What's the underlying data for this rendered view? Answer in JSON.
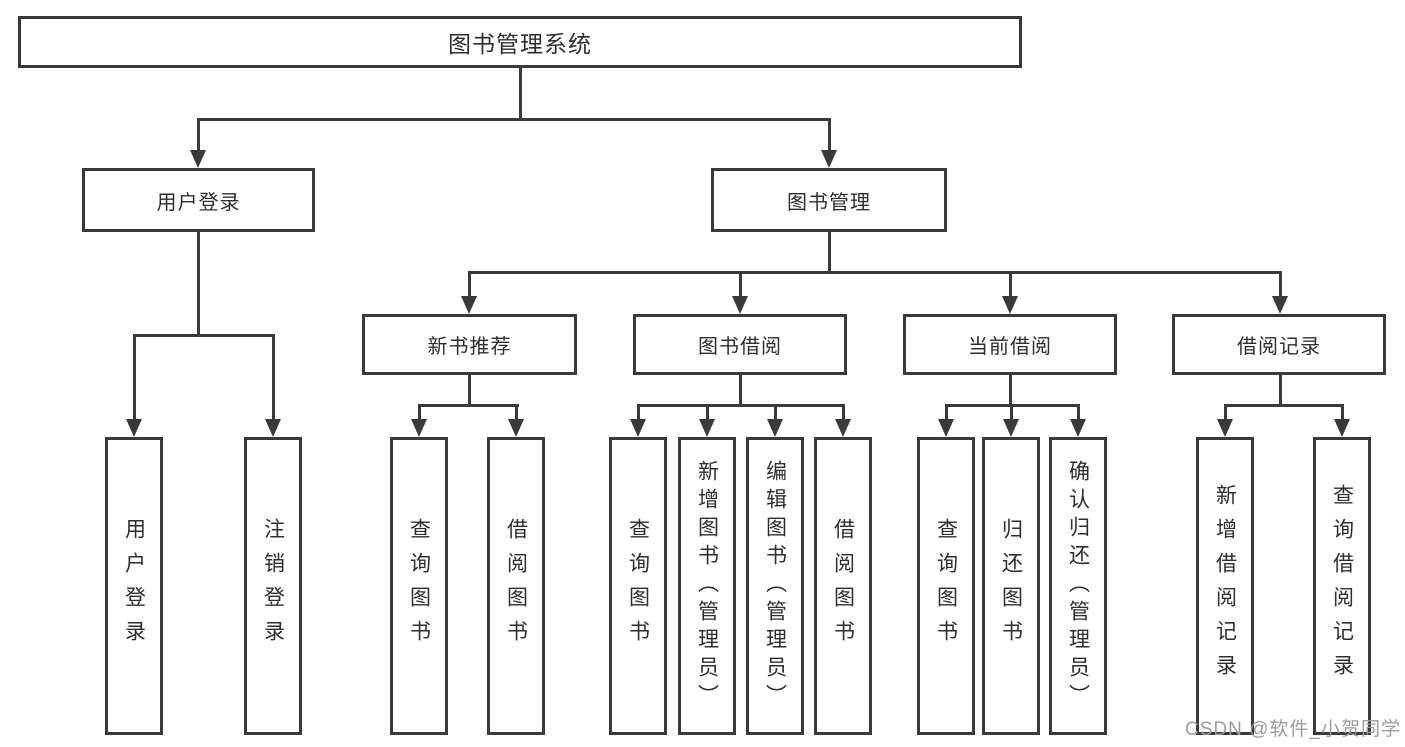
{
  "diagram_type": "hierarchy-tree",
  "colors": {
    "line": "#3a3a3a",
    "box_fill": "#ffffff",
    "text": "#2e2e2e",
    "watermark_text": "#9c9c9c"
  },
  "root": {
    "label": "图书管理系统"
  },
  "branches": {
    "user_login": {
      "label": "用户登录",
      "children": {
        "login": {
          "label": "用户登录"
        },
        "logout": {
          "label": "注销登录"
        }
      }
    },
    "book_mgmt": {
      "label": "图书管理",
      "children": {
        "new_book_rec": {
          "label": "新书推荐",
          "children": {
            "query_books": {
              "label": "查询图书"
            },
            "borrow_books": {
              "label": "借阅图书"
            }
          }
        },
        "book_borrow": {
          "label": "图书借阅",
          "children": {
            "query_books": {
              "label": "查询图书"
            },
            "add_books": {
              "label": "新增图书（管理员）"
            },
            "edit_books": {
              "label": "编辑图书（管理员）"
            },
            "borrow_books": {
              "label": "借阅图书"
            }
          }
        },
        "current_borrow": {
          "label": "当前借阅",
          "children": {
            "query_books": {
              "label": "查询图书"
            },
            "return_books": {
              "label": "归还图书"
            },
            "confirm_return": {
              "label": "确认归还（管理员）"
            }
          }
        },
        "borrow_records": {
          "label": "借阅记录",
          "children": {
            "add_record": {
              "label": "新增借阅记录"
            },
            "query_record": {
              "label": "查询借阅记录"
            }
          }
        }
      }
    }
  },
  "watermark": "CSDN @软件_小贺同学"
}
